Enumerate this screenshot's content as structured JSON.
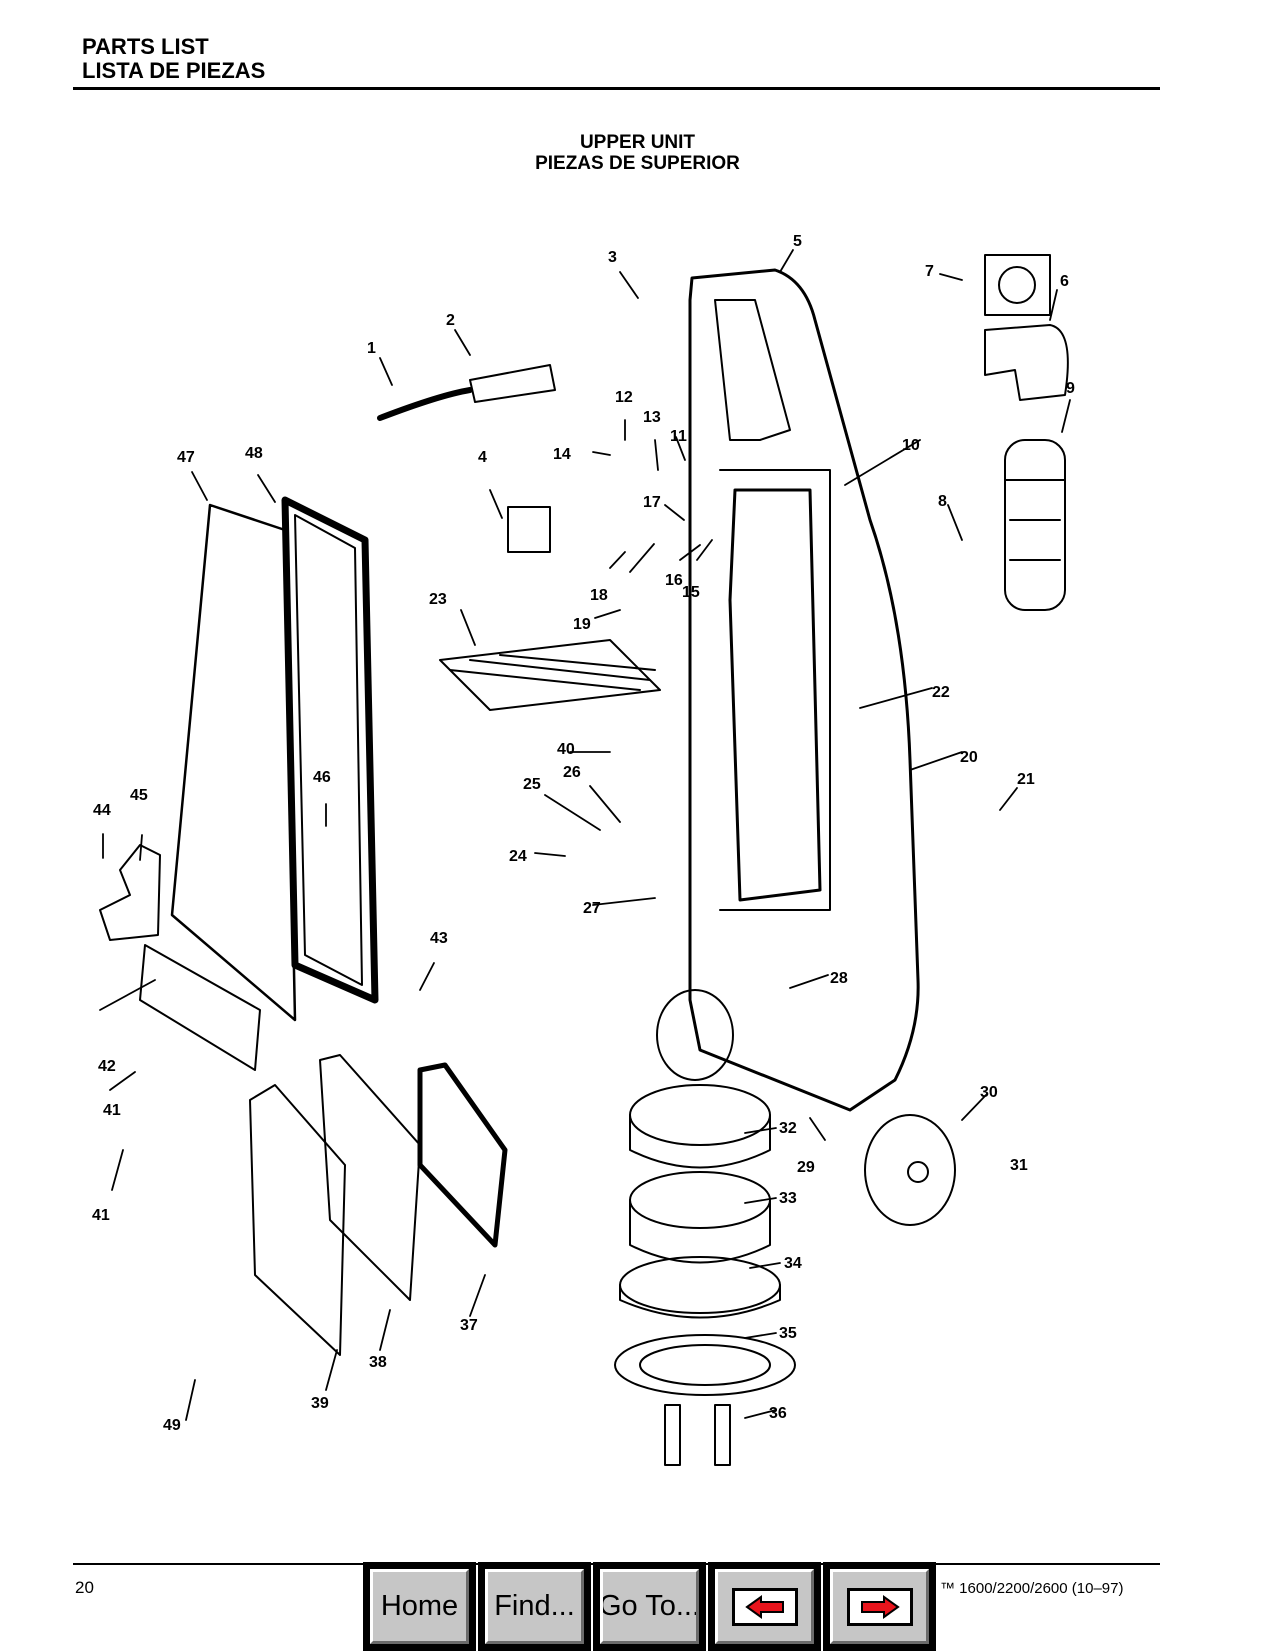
{
  "header": {
    "line1": "PARTS LIST",
    "line2": "LISTA DE PIEZAS"
  },
  "figure": {
    "title_en": "UPPER UNIT",
    "title_es": "PIEZAS DE SUPERIOR"
  },
  "callouts": [
    "1",
    "2",
    "3",
    "4",
    "5",
    "6",
    "7",
    "8",
    "9",
    "10",
    "11",
    "12",
    "13",
    "14",
    "15",
    "16",
    "17",
    "18",
    "19",
    "20",
    "21",
    "22",
    "23",
    "24",
    "25",
    "26",
    "27",
    "28",
    "29",
    "30",
    "31",
    "32",
    "33",
    "34",
    "35",
    "36",
    "37",
    "38",
    "39",
    "40",
    "41",
    "41",
    "42",
    "43",
    "44",
    "45",
    "46",
    "47",
    "48",
    "49"
  ],
  "footer": {
    "page_number": "20",
    "model_text": "™ 1600/2200/2600   (10–97)"
  },
  "nav": {
    "home": "Home",
    "find": "Find...",
    "goto": "Go To...",
    "prev_icon": "left-arrow-icon",
    "next_icon": "right-arrow-icon",
    "arrow_color": "#e8141c"
  }
}
